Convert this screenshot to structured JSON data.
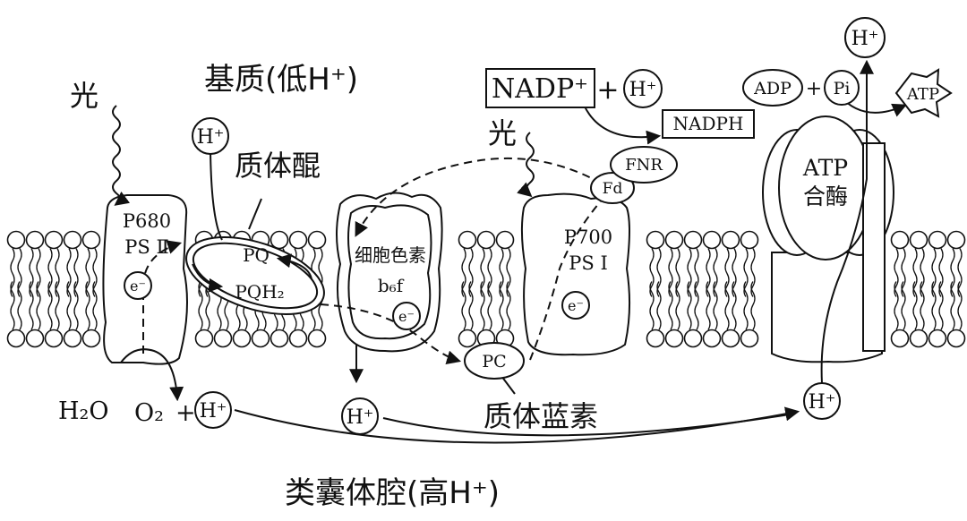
{
  "labels": {
    "stroma": "基质(低H⁺)",
    "lumen": "类囊体腔(高H⁺)",
    "light_left": "光",
    "light_right": "光",
    "plastoquinone": "质体醌",
    "plastocyanin": "质体蓝素",
    "ps2_line1": "P680",
    "ps2_line2": "PS Ⅱ",
    "ps1_line1": "P700",
    "ps1_line2": "PS Ⅰ",
    "cyt_line1": "细胞色素",
    "cyt_line2": "b₆f",
    "atp_line1": "ATP",
    "atp_line2": "合酶",
    "pq": "PQ",
    "pqh2": "PQH₂",
    "pc": "PC",
    "fd": "Fd",
    "fnr": "FNR",
    "nadp": "NADP⁺",
    "plus": "+",
    "nadph": "NADPH",
    "adp": "ADP",
    "pi": "Pi",
    "atp": "ATP",
    "h2o": "H₂O",
    "o2": "O₂",
    "h_plus": "H⁺",
    "electron": "e⁻"
  }
}
